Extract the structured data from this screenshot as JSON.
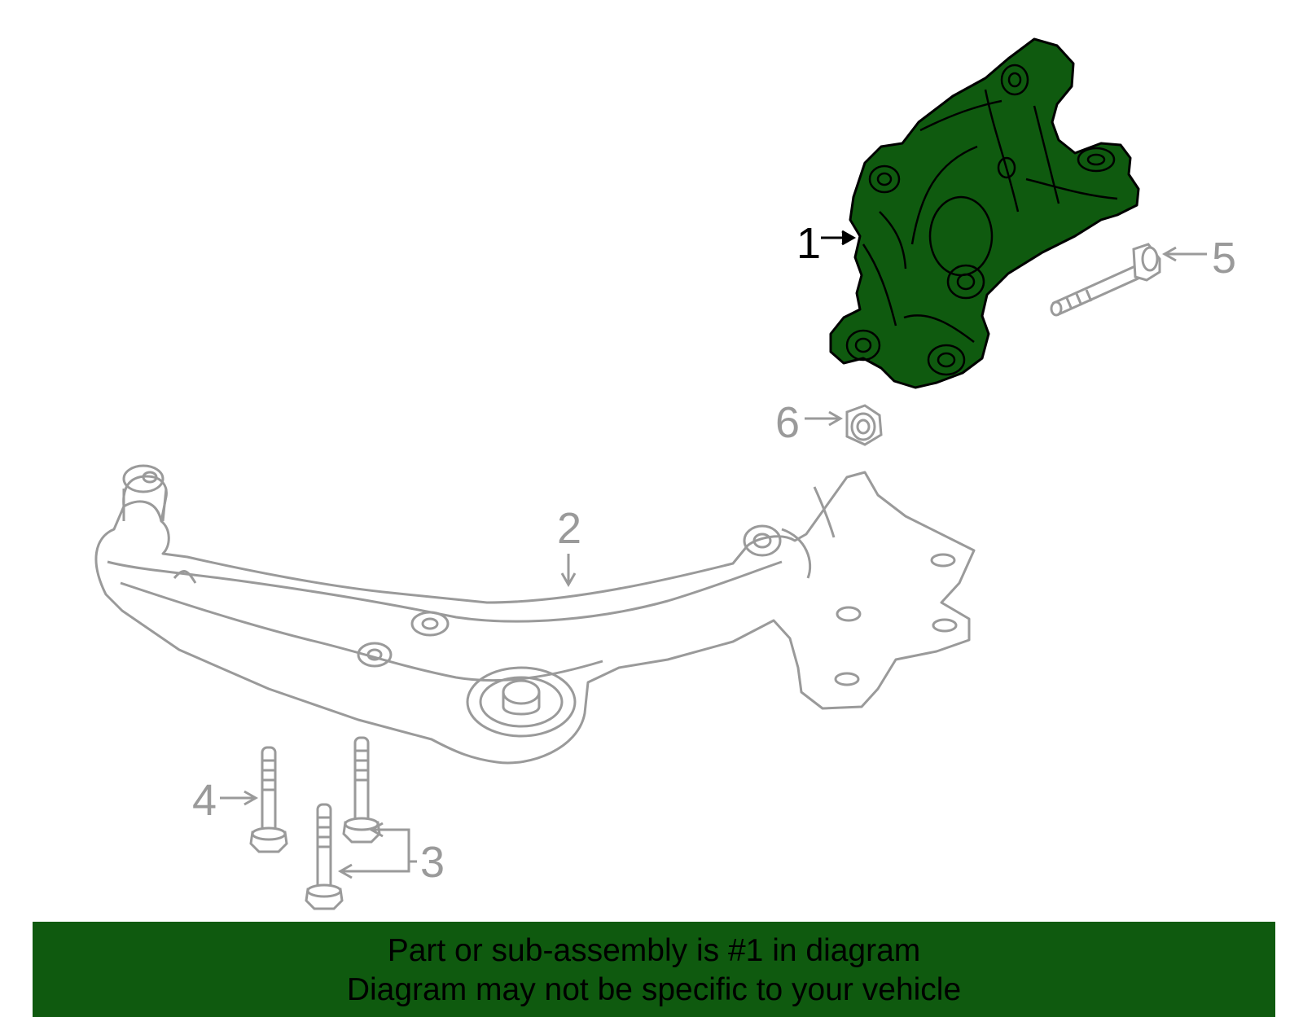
{
  "diagram": {
    "callouts": [
      {
        "id": "1",
        "label": "1",
        "part": "steering-knuckle",
        "highlighted": true
      },
      {
        "id": "2",
        "label": "2",
        "part": "lower-control-arm",
        "highlighted": false
      },
      {
        "id": "3",
        "label": "3",
        "part": "mounting-bolts",
        "highlighted": false
      },
      {
        "id": "4",
        "label": "4",
        "part": "mounting-bolt",
        "highlighted": false
      },
      {
        "id": "5",
        "label": "5",
        "part": "knuckle-bolt",
        "highlighted": false
      },
      {
        "id": "6",
        "label": "6",
        "part": "nut",
        "highlighted": false
      }
    ],
    "colors": {
      "highlight_fill": "#0f5a0f",
      "line_art": "#9a9a9a",
      "banner_bg": "#0f5a0f",
      "banner_text": "#000000"
    }
  },
  "banner": {
    "line1": "Part or sub-assembly is #1 in diagram",
    "line2": "Diagram may not be specific to your vehicle"
  }
}
